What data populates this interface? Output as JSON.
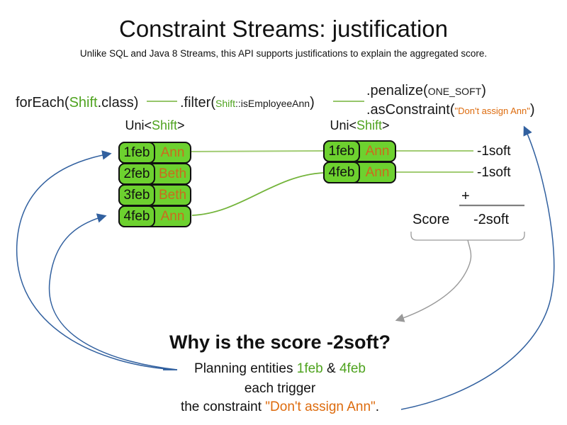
{
  "colors": {
    "green_fill": "#6DD12F",
    "green_text": "#4FA31F",
    "green_line": "#73B43A",
    "green_line_light": "#A2CC74",
    "orange_text": "#CC6A1E",
    "orange_string": "#DD6B0D",
    "blue_arrow": "#31609F",
    "gray_arrow": "#999999",
    "sum_line": "#808080"
  },
  "slide": {
    "title": "Constraint Streams: justification",
    "subtitle": "Unlike SQL and Java 8 Streams, this API supports justifications to explain the aggregated score."
  },
  "code": {
    "foreach_pre": "forEach(",
    "foreach_token": "Shift",
    "foreach_post": ".class)",
    "filter_pre": ".filter(",
    "filter_token": "Shift",
    "filter_method": "::isEmployeeAnn",
    "filter_post": ")",
    "penalize_pre": ".penalize(",
    "penalize_arg": "ONE_SOFT",
    "penalize_post": ")",
    "asconstraint_pre": ".asConstraint(",
    "asconstraint_arg": "\"Don't assign Ann\"",
    "asconstraint_post": ")"
  },
  "left_stream": {
    "type_pre": "Uni<",
    "type_token": "Shift",
    "type_post": ">",
    "rows": [
      {
        "date": "1feb",
        "employee": "Ann"
      },
      {
        "date": "2feb",
        "employee": "Beth"
      },
      {
        "date": "3feb",
        "employee": "Beth"
      },
      {
        "date": "4feb",
        "employee": "Ann"
      }
    ]
  },
  "right_stream": {
    "type_pre": "Uni<",
    "type_token": "Shift",
    "type_post": ">",
    "rows": [
      {
        "date": "1feb",
        "employee": "Ann"
      },
      {
        "date": "4feb",
        "employee": "Ann"
      }
    ]
  },
  "penalties": {
    "p1": "-1soft",
    "p2": "-1soft",
    "plus": "+",
    "score_label": "Score",
    "total": "-2soft"
  },
  "explanation": {
    "heading": "Why is the score -2soft?",
    "line1_pre": "Planning entities ",
    "line1_entity1": "1feb",
    "line1_amp": " & ",
    "line1_entity2": "4feb",
    "line2": "each trigger",
    "line3_pre": "the constraint ",
    "line3_quote": "\"Don't assign Ann\"",
    "line3_post": "."
  }
}
